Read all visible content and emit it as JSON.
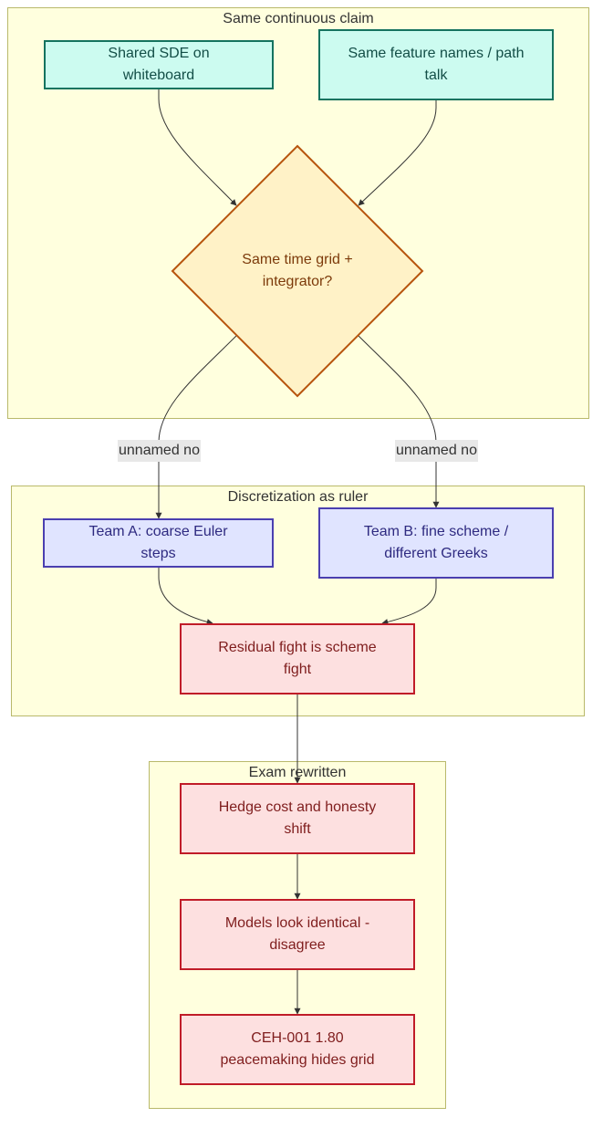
{
  "clusters": {
    "claim": "Same continuous claim",
    "ruler": "Discretization as ruler",
    "exam": "Exam rewritten"
  },
  "nodes": {
    "shared_sde": "Shared SDE on whiteboard",
    "same_features": "Same feature names / path talk",
    "decision": "Same time grid + integrator?",
    "team_a": "Team A: coarse Euler steps",
    "team_b": "Team B: fine scheme / different Greeks",
    "residual": "Residual fight is scheme fight",
    "hedge": "Hedge cost and honesty shift",
    "models": "Models look identical - disagree",
    "ceh": "CEH-001 1.80 peacemaking hides grid"
  },
  "edge_labels": {
    "left_no": "unnamed no",
    "right_no": "unnamed no"
  },
  "colors": {
    "cluster_fill": "#ffffde",
    "cluster_border": "#b9b96b",
    "decision_fill": "#fff2c7",
    "decision_border": "#b7540d",
    "edge": "#333333"
  }
}
